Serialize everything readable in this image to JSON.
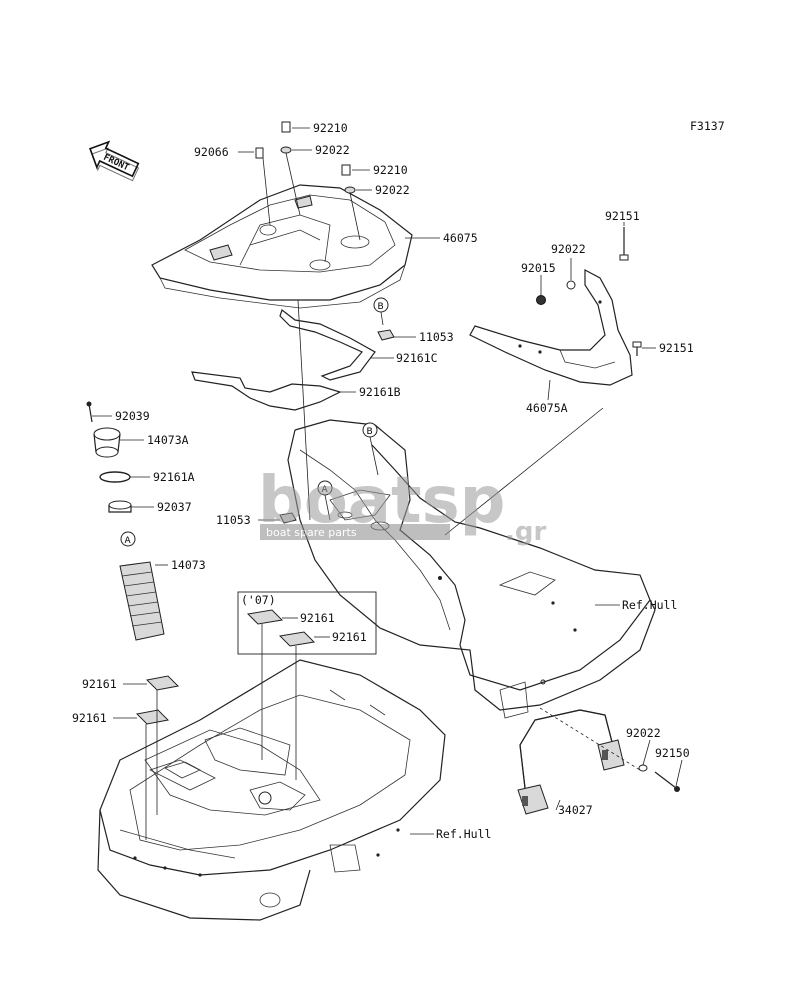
{
  "figure_code": "F3137",
  "front_arrow_label": "FRONT",
  "watermark": {
    "main": "boatsp",
    "suffix": ".gr",
    "tagline": "boat spare parts"
  },
  "callouts": {
    "n92210a": "92210",
    "n92022a": "92022",
    "n92066": "92066",
    "n92210b": "92210",
    "n92022b": "92022",
    "n46075": "46075",
    "n92151a": "92151",
    "n92022c": "92022",
    "n92015": "92015",
    "n11053a": "11053",
    "n92161c": "92161C",
    "n92151b": "92151",
    "n92161b": "92161B",
    "n46075a": "46075A",
    "n92039": "92039",
    "n14073a": "14073A",
    "n92161a": "92161A",
    "n92037": "92037",
    "n11053b": "11053",
    "n14073": "14073",
    "refhull1": "Ref.Hull",
    "year07": "('07)",
    "n92161_box1": "92161",
    "n92161_box2": "92161",
    "n92161_l1": "92161",
    "n92161_l2": "92161",
    "n92022d": "92022",
    "n92150": "92150",
    "n34027": "34027",
    "refhull2": "Ref.Hull"
  },
  "ref_markers": {
    "a": "A",
    "b": "B"
  }
}
